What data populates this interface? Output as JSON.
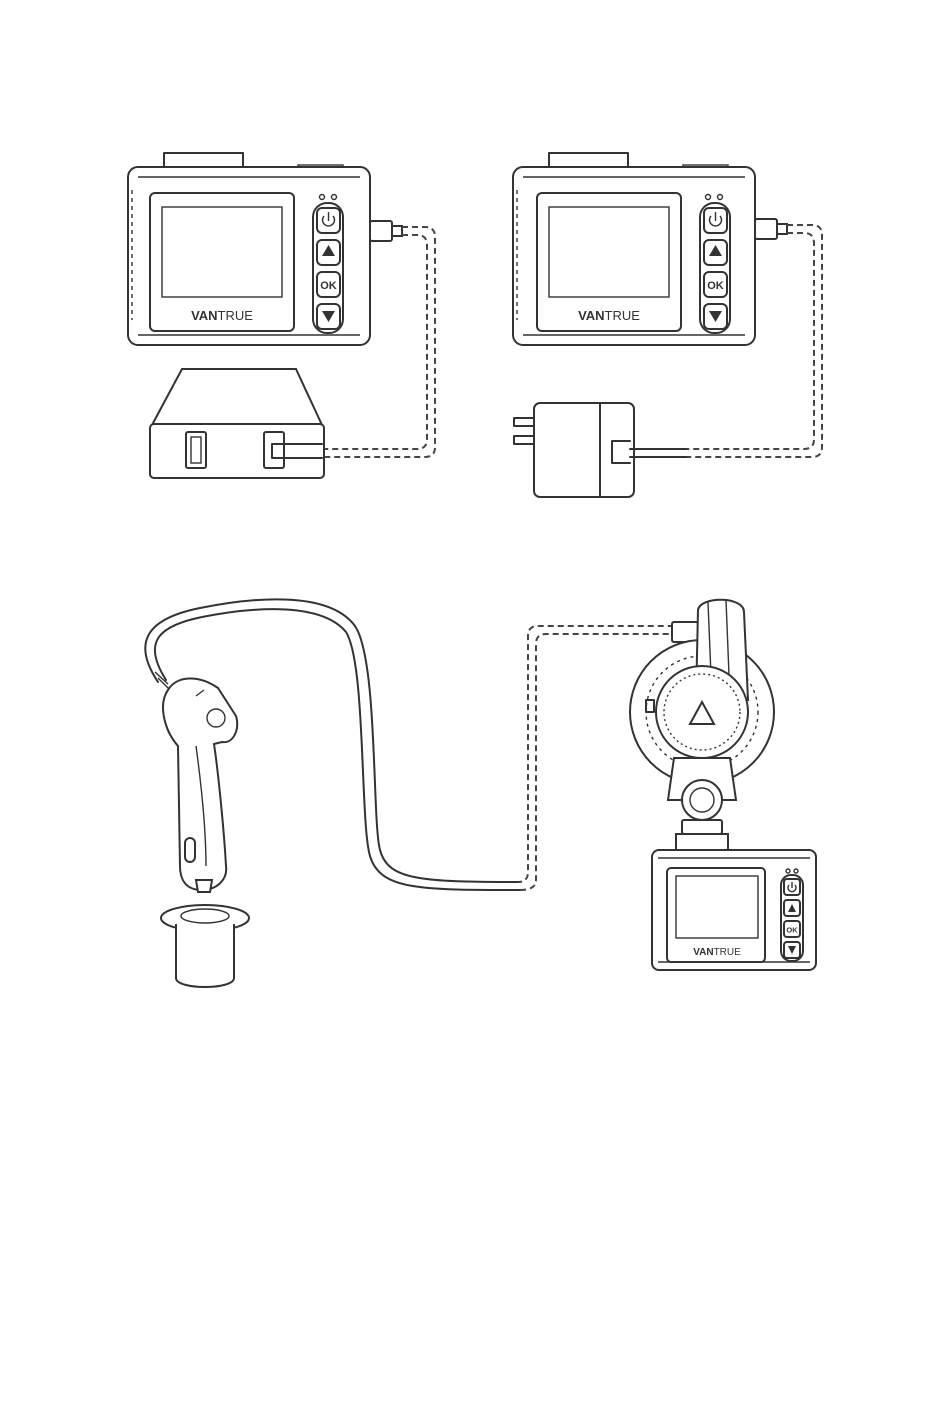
{
  "brand": {
    "bold": "VAN",
    "light": "TRUE"
  },
  "buttons": {
    "ok_label": "OK"
  },
  "figures": {
    "usb_power_bank": {
      "power_icon": "power-icon",
      "up_icon": "triangle-up-icon",
      "down_icon": "triangle-down-icon"
    },
    "wall_adapter": {
      "power_icon": "power-icon"
    },
    "car_charger": {
      "mount_arrow_icon": "triangle-up-icon"
    }
  },
  "colors": {
    "line": "#333333",
    "background": "#ffffff"
  }
}
